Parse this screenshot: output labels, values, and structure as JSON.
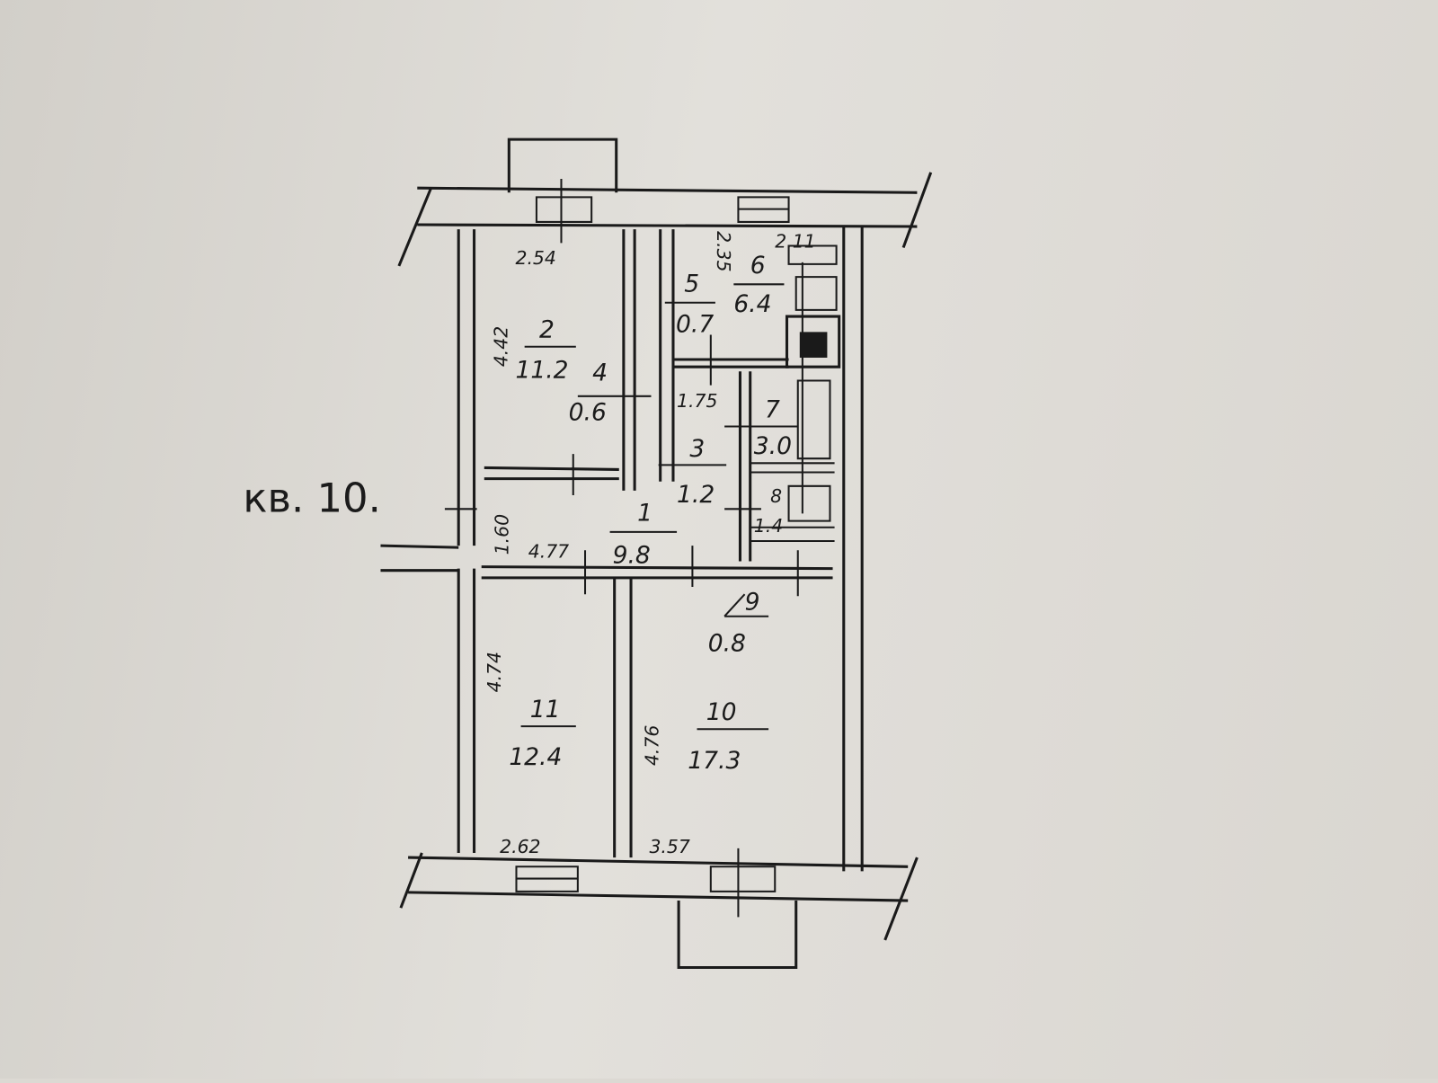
{
  "apartment_label": "кв. 10.",
  "rooms": [
    {
      "number": "1",
      "area": "9.8"
    },
    {
      "number": "2",
      "area": "11.2"
    },
    {
      "number": "3",
      "area": "1.2"
    },
    {
      "number": "4",
      "area": "0.6"
    },
    {
      "number": "5",
      "area": "0.7"
    },
    {
      "number": "6",
      "area": "6.4"
    },
    {
      "number": "7",
      "area": "3.0"
    },
    {
      "number": "8",
      "area": "1.4"
    },
    {
      "number": "9",
      "area": "0.8"
    },
    {
      "number": "10",
      "area": "17.3"
    },
    {
      "number": "11",
      "area": "12.4"
    }
  ],
  "dimensions": [
    "2.54",
    "4.42",
    "2.35",
    "2.11",
    "1.75",
    "1.60",
    "4.77",
    "4.74",
    "4.76",
    "2.62",
    "3.57"
  ]
}
